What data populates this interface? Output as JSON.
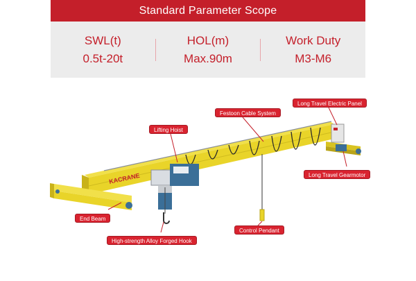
{
  "header": {
    "title": "Standard Parameter Scope"
  },
  "parameters": [
    {
      "name": "SWL(t)",
      "value": "0.5t-20t"
    },
    {
      "name": "HOL(m)",
      "value": "Max.90m"
    },
    {
      "name": "Work Duty",
      "value": "M3-M6"
    }
  ],
  "diagram": {
    "brand_text": "KACRANE",
    "labels": {
      "lifting_hoist": "Lifting Hoist",
      "festoon": "Festoon Cable System",
      "lt_panel": "Long Travel Electric Panel",
      "lt_gearmotor": "Long Travel Gearmotor",
      "end_beam": "End Beam",
      "hook": "High-strength Alloy Forged Hook",
      "pendant": "Control Pendant"
    }
  },
  "colors": {
    "accent": "#c41f2a",
    "crane_yellow": "#e9d429",
    "hoist_blue": "#3b6f98"
  }
}
